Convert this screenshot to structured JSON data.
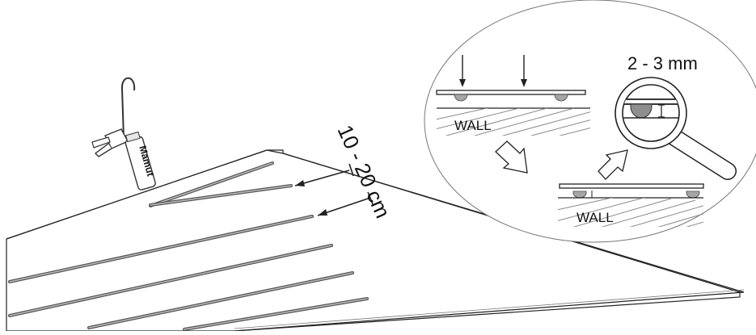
{
  "diagram": {
    "spacing_label": "10 - 20 cm",
    "gap_label": "2 - 3 mm",
    "wall_label_top": "WALL",
    "wall_label_bottom": "WALL",
    "gun_brand": "Mamut"
  },
  "colors": {
    "line": "#222222",
    "adhesive": "#9a9a9a",
    "panel": "#ffffff",
    "hatch": "#888888"
  }
}
